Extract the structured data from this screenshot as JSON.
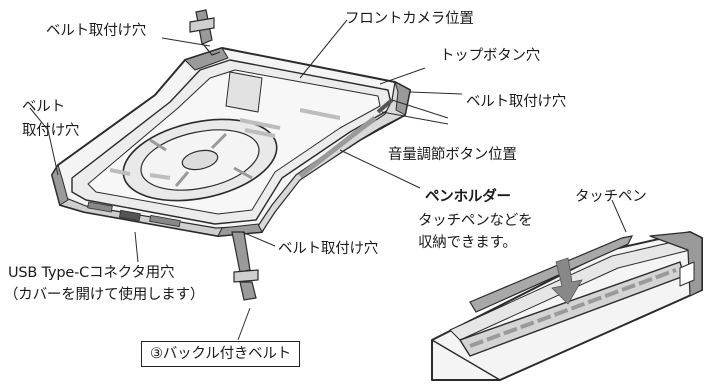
{
  "labels": {
    "belt_hole_top": "ベルト取付け穴",
    "front_camera": "フロントカメラ位置",
    "top_button_hole": "トップボタン穴",
    "belt_hole_right": "ベルト取付け穴",
    "belt_hole_left_line1": "ベルト",
    "belt_hole_left_line2": "取付け穴",
    "volume_button": "音量調節ボタン位置",
    "pen_holder_title": "ペンホルダー",
    "pen_holder_desc_line1": "タッチペンなどを",
    "pen_holder_desc_line2": "収納できます。",
    "touch_pen": "タッチペン",
    "belt_hole_bottom": "ベルト取付け穴",
    "usb_line1": "USB Type-Cコネクタ用穴",
    "usb_line2": "（カバーを開けて使用します）",
    "buckle_belt": "③バックル付きベルト"
  },
  "colors": {
    "line": "#2b2b2b",
    "fill_light": "#f4f4f4",
    "fill_mid": "#d9d9d9",
    "fill_dark": "#9a9a9a",
    "arrow": "#888888",
    "pen": "#a8a8a8"
  }
}
